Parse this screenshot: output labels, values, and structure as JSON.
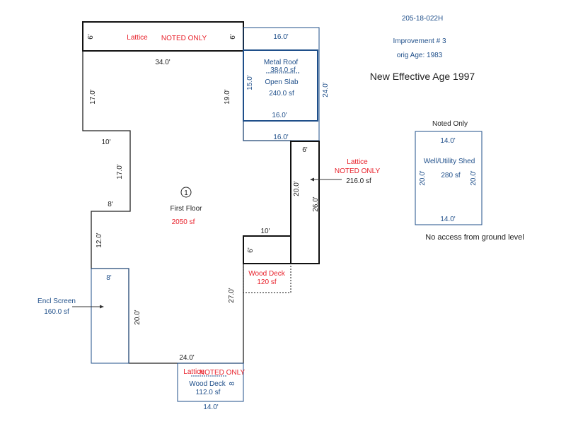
{
  "header": {
    "parcel_id": "205-18-022H",
    "improvement": "Improvement # 3",
    "orig_age": "orig Age: 1983",
    "effective_age": "New Effective Age 1997"
  },
  "top_lattice": {
    "label": "Lattice",
    "note": "NOTED ONLY",
    "left_dim": "6'",
    "right_dim": "6'"
  },
  "first_floor": {
    "marker": "1",
    "label": "First Floor",
    "area": "2050 sf",
    "dims": {
      "top": "34.0'",
      "left_upper": "17.0'",
      "right_upper": "19.0'",
      "step_top": "10'",
      "step_side": "17.0'",
      "step_bottom": "8'",
      "left_mid": "12.0'",
      "inner": "20.0'",
      "right_lower": "27.0'",
      "bottom": "24.0'"
    }
  },
  "carport": {
    "roof": "Metal Roof",
    "roof_area": "384.0 sf",
    "slab": "Open Slab",
    "slab_area": "240.0 sf",
    "top": "16.0'",
    "inner_left": "15.0'",
    "inner_bottom": "16.0'",
    "right": "24.0'",
    "lower": "16.0'"
  },
  "right_lattice": {
    "label": "Lattice",
    "note": "NOTED ONLY",
    "area": "216.0 sf",
    "top": "6'",
    "inner": "20.0'",
    "outer": "26.0'"
  },
  "wood_deck_right": {
    "label": "Wood Deck",
    "area": "120 sf",
    "top": "10'",
    "side": "6'"
  },
  "encl_screen": {
    "label": "Encl Screen",
    "area": "160.0 sf",
    "top": "8'"
  },
  "wood_deck_bottom": {
    "lattice": "Lattice",
    "note": "NOTED ONLY",
    "label": "Wood Deck",
    "area": "112.0 sf",
    "side": "8",
    "bottom": "14.0'"
  },
  "shed": {
    "header": "Noted Only",
    "label": "Well/Utility Shed",
    "area": "280 sf",
    "top": "14.0'",
    "bottom": "14.0'",
    "left": "20.0'",
    "right": "20.0'",
    "note": "No access from ground level"
  }
}
